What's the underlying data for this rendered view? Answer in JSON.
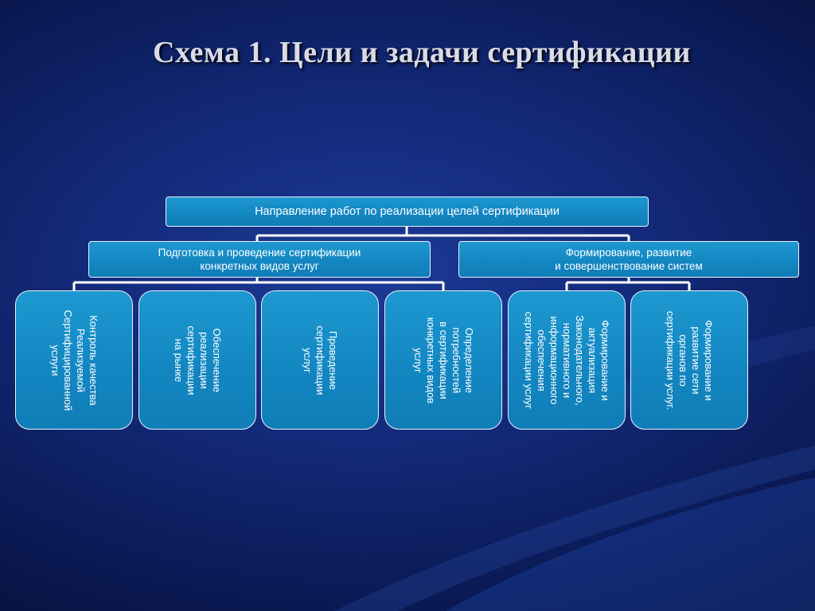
{
  "title": "Схема 1. Цели и задачи сертификации",
  "diagram": {
    "root": "Направление работ по реализации целей сертификации",
    "branches": [
      {
        "label": "Подготовка и проведение сертификации\nконкретных видов услуг",
        "children": [
          "Контроль качества\nРеализуемой\nСертифицированной\nуслуги",
          "Обеспечение\nреализации\nсертификации\nна рынке",
          "Проведение\nсертификации\nуслуг",
          "Определение\nпотребностей\nв сертификации\nконкретных видов\nуслуг"
        ]
      },
      {
        "label": "Формирование, развитие\nи совершенствование систем",
        "children": [
          "Формирование и\nактуализация\nЗаконодательного,\nнормативного и\nинформационного\nобеспечения\nсертификации услуг",
          "Формирование и\nразвитие сети\nорганов по\nсертификации услуг."
        ]
      }
    ]
  },
  "colors": {
    "box_fill": "#1388c3",
    "box_border": "#e9f3fa",
    "connector": "#ffffff",
    "background": "#142c7e",
    "title": "#d9dbe6"
  }
}
